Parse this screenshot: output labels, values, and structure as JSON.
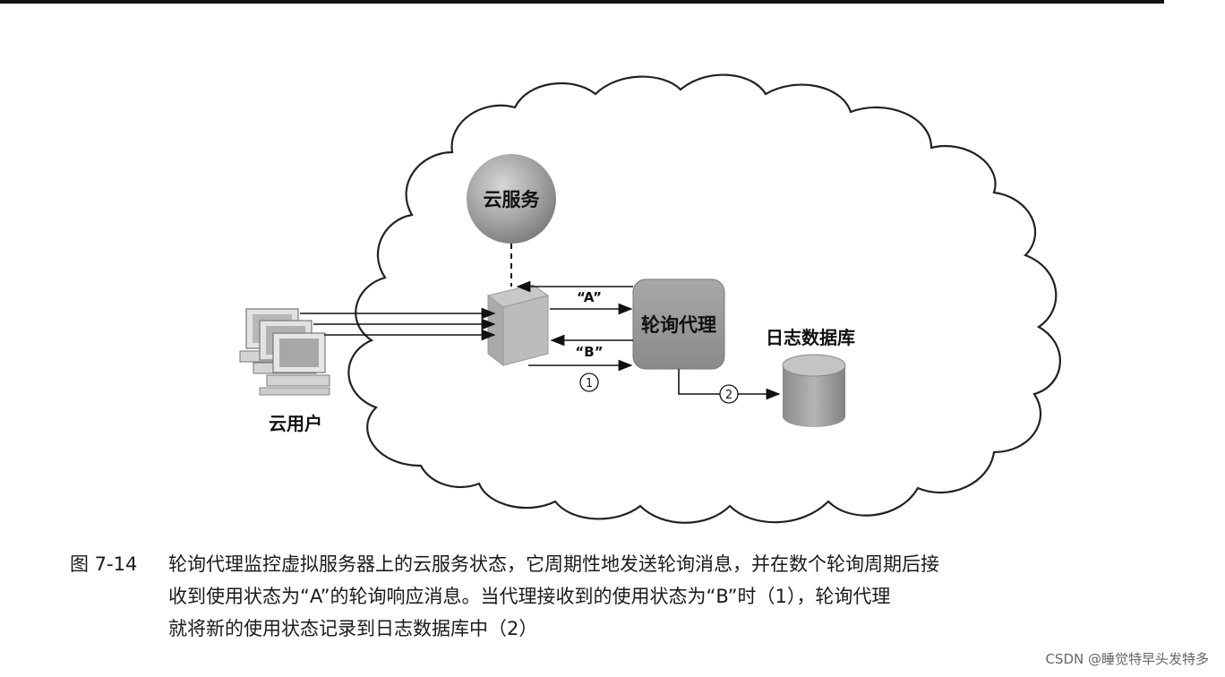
{
  "diagram": {
    "cloud_service": "云服务",
    "polling_agent": "轮询代理",
    "log_database": "日志数据库",
    "cloud_users": "云用户",
    "message_a": "“A”",
    "message_b": "“B”",
    "step_1": "1",
    "step_2": "2"
  },
  "caption": {
    "figure_number": "图 7-14",
    "line1": "轮询代理监控虚拟服务器上的云服务状态，它周期性地发送轮询消息，并在数个轮询周期后接",
    "line2": "收到使用状态为“A”的轮询响应消息。当代理接收到的使用状态为“B”时（1），轮询代理",
    "line3": "就将新的使用状态记录到日志数据库中（2）"
  },
  "watermark": "CSDN @睡觉特早头发特多",
  "colors": {
    "cloud_stroke": "#222222",
    "agent_fill": "#9a9a9a",
    "service_fill": "#a0a0a0",
    "database_fill": "#9c9c9c",
    "arrow": "#111111"
  }
}
